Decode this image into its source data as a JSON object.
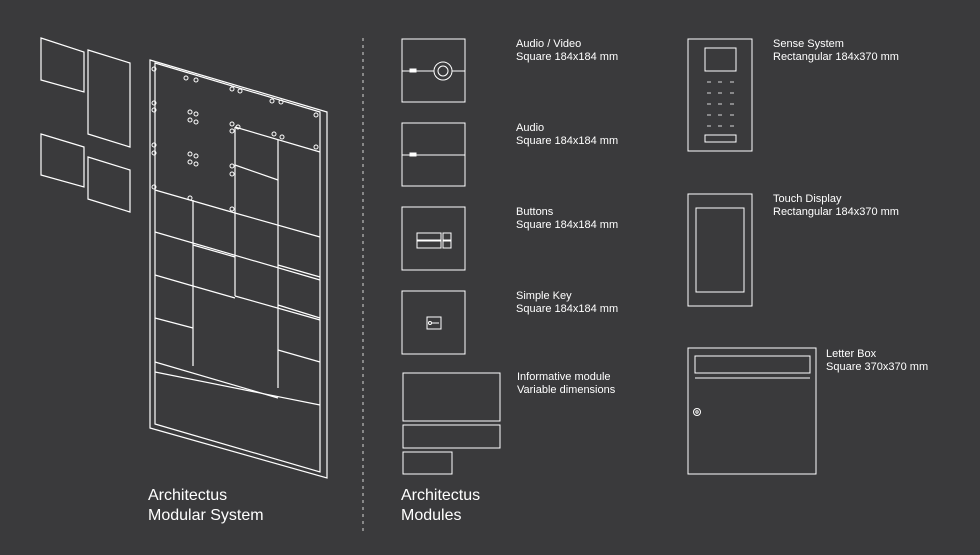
{
  "sections": {
    "system": {
      "line1": "Architectus",
      "line2": "Modular System"
    },
    "modules": {
      "line1": "Architectus",
      "line2": "Modules"
    }
  },
  "modules": [
    {
      "id": "audio-video",
      "name": "Audio / Video",
      "dims": "Square 184x184 mm"
    },
    {
      "id": "audio",
      "name": "Audio",
      "dims": "Square 184x184 mm"
    },
    {
      "id": "buttons",
      "name": "Buttons",
      "dims": "Square 184x184 mm"
    },
    {
      "id": "simple-key",
      "name": "Simple Key",
      "dims": "Square 184x184 mm"
    },
    {
      "id": "informative",
      "name": "Informative module",
      "dims": "Variable dimensions"
    },
    {
      "id": "sense",
      "name": "Sense System",
      "dims": "Rectangular 184x370 mm"
    },
    {
      "id": "touch",
      "name": "Touch Display",
      "dims": "Rectangular 184x370 mm"
    },
    {
      "id": "letterbox",
      "name": "Letter Box",
      "dims": "Square 370x370 mm"
    }
  ],
  "colors": {
    "background": "#3a3a3c",
    "line": "#ffffff"
  }
}
